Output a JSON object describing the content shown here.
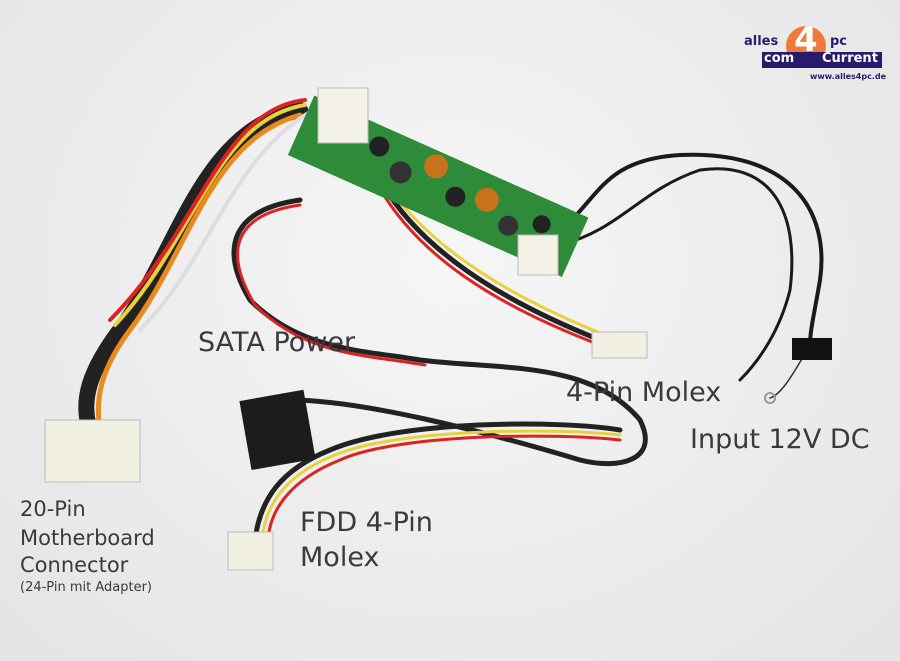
{
  "labels": {
    "sata_power": "SATA Power",
    "molex_4pin": "4-Pin Molex",
    "input_dc": "Input 12V DC",
    "mb_line1": "20-Pin",
    "mb_line2": "Motherboard",
    "mb_line3": "Connector",
    "mb_note": "(24-Pin mit Adapter)",
    "fdd_line1": "FDD 4-Pin",
    "fdd_line2": "Molex"
  },
  "logo": {
    "top_left": "alles",
    "digit": "4",
    "top_right": "pc",
    "bottom_left": "com",
    "bottom_right": "Current",
    "url": "www.alles4pc.de"
  },
  "colors": {
    "background": "#eaeaea",
    "pcb": "#2e8b3a",
    "logo_navy": "#2a1a6e",
    "logo_orange": "#f07a3a"
  }
}
